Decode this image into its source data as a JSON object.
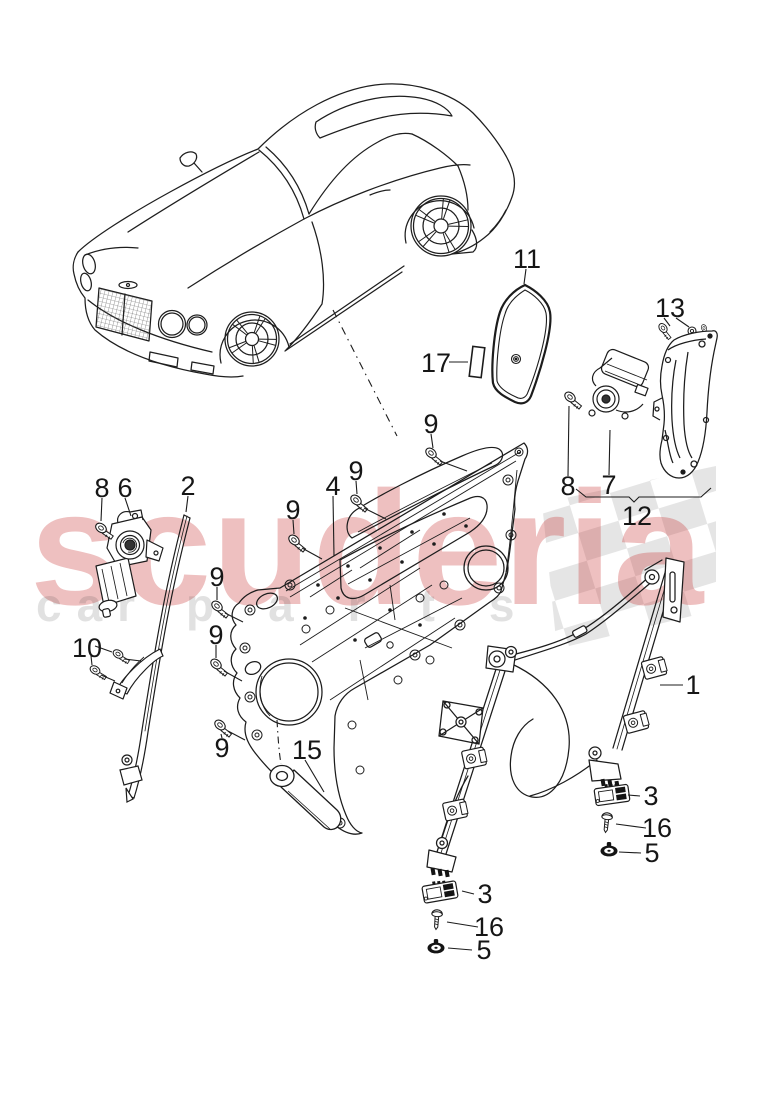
{
  "watermark": {
    "brand": "scuderia",
    "word1": "car",
    "word2": "parts"
  },
  "diagram": {
    "description": "Bentley coupe front door window regulator exploded parts diagram",
    "callouts": [
      {
        "id": "c11",
        "label": "11"
      },
      {
        "id": "c17",
        "label": "17"
      },
      {
        "id": "c13",
        "label": "13"
      },
      {
        "id": "c8r",
        "label": "8"
      },
      {
        "id": "c7",
        "label": "7"
      },
      {
        "id": "c12",
        "label": "12"
      },
      {
        "id": "c8l",
        "label": "8"
      },
      {
        "id": "c6",
        "label": "6"
      },
      {
        "id": "c2",
        "label": "2"
      },
      {
        "id": "c4",
        "label": "4"
      },
      {
        "id": "c9a",
        "label": "9"
      },
      {
        "id": "c9b",
        "label": "9"
      },
      {
        "id": "c9c",
        "label": "9"
      },
      {
        "id": "c9d",
        "label": "9"
      },
      {
        "id": "c9e",
        "label": "9"
      },
      {
        "id": "c9f",
        "label": "9"
      },
      {
        "id": "c10",
        "label": "10"
      },
      {
        "id": "c15",
        "label": "15"
      },
      {
        "id": "c1",
        "label": "1"
      },
      {
        "id": "c3r",
        "label": "3"
      },
      {
        "id": "c16r",
        "label": "16"
      },
      {
        "id": "c5r",
        "label": "5"
      },
      {
        "id": "c3b",
        "label": "3"
      },
      {
        "id": "c16b",
        "label": "16"
      },
      {
        "id": "c5b",
        "label": "5"
      }
    ]
  }
}
